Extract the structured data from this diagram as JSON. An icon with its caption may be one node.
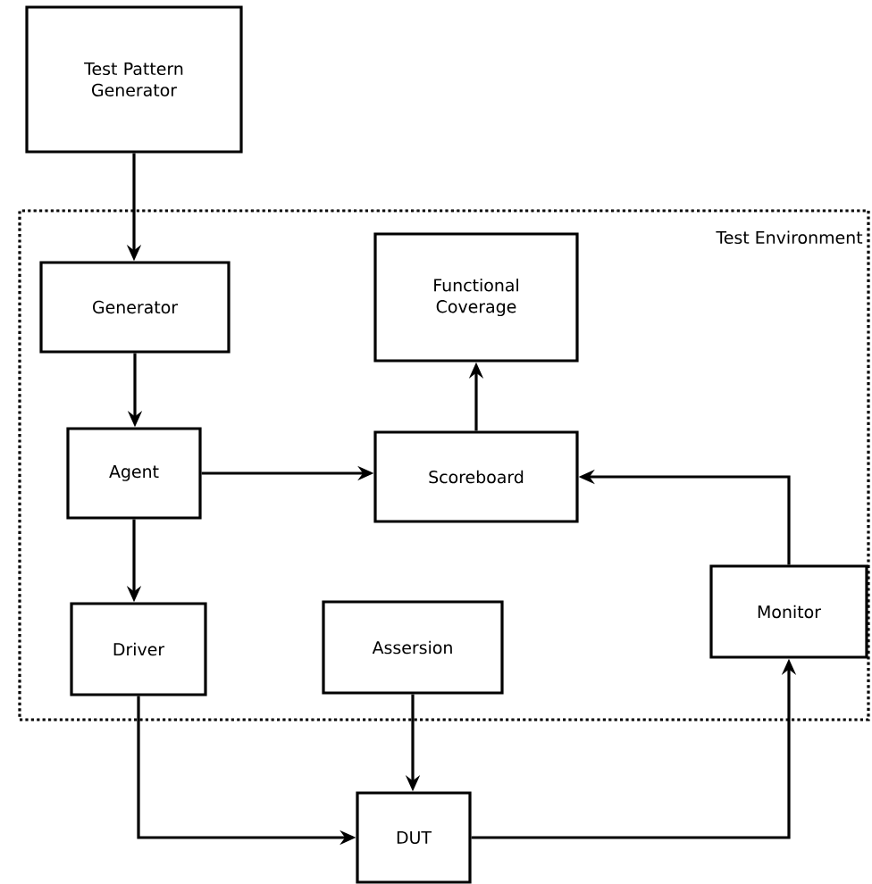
{
  "diagram": {
    "nodes": [
      {
        "text": [
          "Test Pattern Generator"
        ]
      },
      {
        "text": [
          "Test Environment"
        ]
      },
      {
        "text": [
          "Generator"
        ],
        "in": 1
      },
      {
        "text": [
          "Functional Coverage"
        ],
        "in": 1
      },
      {
        "text": [
          "Agent"
        ],
        "in": 1
      },
      {
        "text": [
          "Scoreboard"
        ],
        "in": 1
      },
      {
        "text": [
          "Driver"
        ],
        "in": 1
      },
      {
        "text": [
          "Assersion"
        ],
        "in": 1
      },
      {
        "text": [
          "Monitor"
        ],
        "in": 1
      },
      {
        "text": [
          "DUT"
        ]
      }
    ],
    "edges": [
      {
        "from": 0,
        "to": 2,
        "arrow": "to"
      },
      {
        "from": 2,
        "to": 4,
        "arrow": "to"
      },
      {
        "from": 4,
        "to": 5,
        "arrow": "to"
      },
      {
        "from": 4,
        "to": 6,
        "arrow": "to"
      },
      {
        "from": 5,
        "to": 3,
        "arrow": "to"
      },
      {
        "from": 8,
        "to": 5,
        "arrow": "to"
      },
      {
        "from": 7,
        "to": 9,
        "arrow": "to"
      },
      {
        "from": 6,
        "to": 9,
        "arrow": "to"
      },
      {
        "from": 9,
        "to": 8,
        "arrow": "to"
      }
    ]
  }
}
